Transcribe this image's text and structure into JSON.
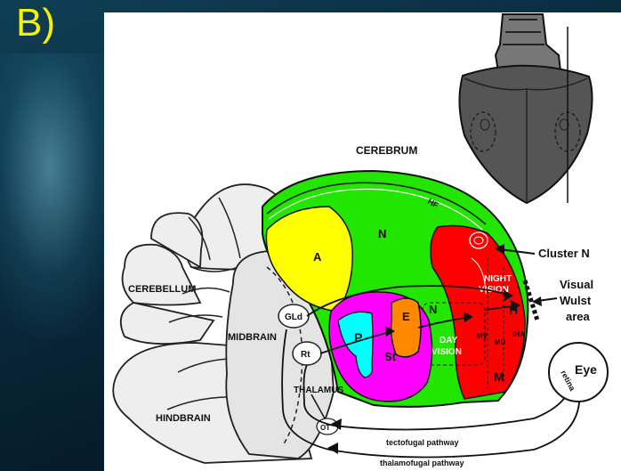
{
  "panel_label": "B)",
  "labels": {
    "cerebrum": "CEREBRUM",
    "hf": "HF",
    "n_top": "N",
    "a": "A",
    "cluster_n": "Cluster N",
    "night_vision_1": "NIGHT",
    "night_vision_2": "VISION",
    "visual_wulst_1": "Visual",
    "visual_wulst_2": "Wulst",
    "visual_wulst_3": "area",
    "cerebellum": "CEREBELLUM",
    "midbrain": "MIDBRAIN",
    "gld": "GLd",
    "rt": "Rt",
    "thalamus": "THALAMUS",
    "hindbrain": "HINDBRAIN",
    "ot": "OT",
    "p": "P",
    "e": "E",
    "n_mid": "N",
    "st": "St",
    "day_vision_1": "DAY",
    "day_vision_2": "VISION",
    "h": "H",
    "iha": "IHA",
    "mv": "MV",
    "md": "MD",
    "m": "M",
    "eye": "Eye",
    "retina": "retina",
    "tectofugal": "tectofugal pathway",
    "thalamofugal": "thalamofugal pathway"
  },
  "colors": {
    "green": "#22e500",
    "yellow": "#ffff00",
    "red": "#ff0000",
    "magenta": "#ff00ff",
    "cyan": "#00ffff",
    "orange": "#ff8800",
    "panel_label": "#f4f400",
    "head_gray": "#555555"
  }
}
